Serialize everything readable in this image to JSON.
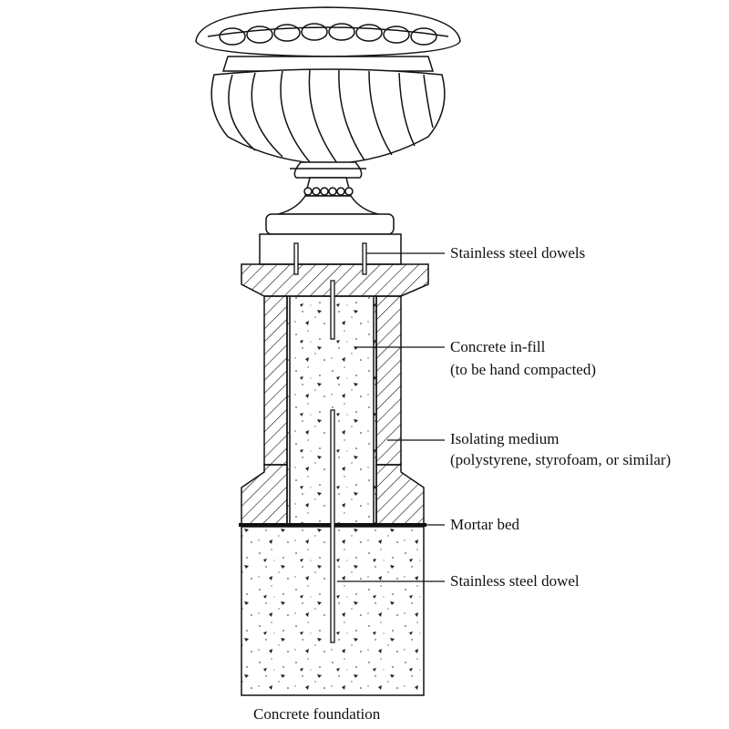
{
  "labels": {
    "dowels": "Stainless steel dowels",
    "infill": "Concrete in-fill",
    "infill_note": "(to be hand compacted)",
    "isolating": "Isolating medium",
    "isolating_note": "(polystyrene, styrofoam, or similar)",
    "mortar": "Mortar bed",
    "dowel": "Stainless steel dowel",
    "foundation": "Concrete foundation"
  },
  "colors": {
    "line": "#111111",
    "background": "#ffffff"
  }
}
